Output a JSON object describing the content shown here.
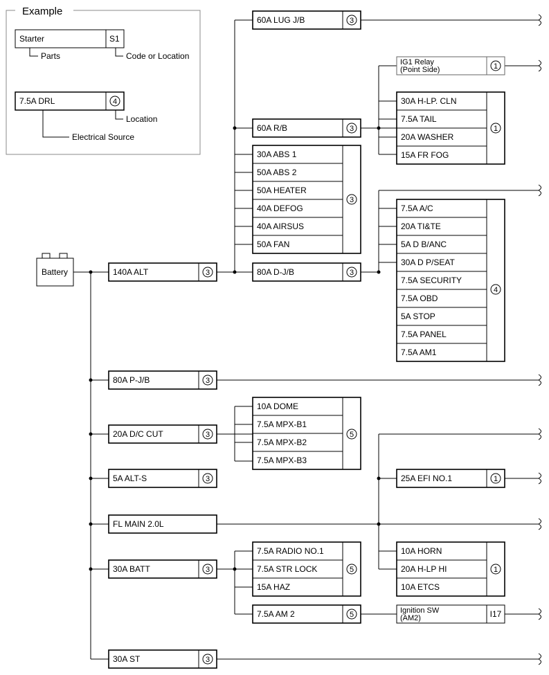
{
  "example": {
    "title": "Example",
    "part_name": "Starter",
    "part_code": "S1",
    "parts_caption": "Parts",
    "code_caption": "Code or Location",
    "source_name": "7.5A DRL",
    "source_location": "4",
    "location_caption": "Location",
    "source_caption": "Electrical Source"
  },
  "battery": "Battery",
  "fuses": {
    "alt140": "140A ALT",
    "lug": "60A LUG J/B",
    "rb": "60A R/B",
    "abs1": "30A ABS 1",
    "abs2": "50A ABS 2",
    "heater": "50A HEATER",
    "defog": "40A DEFOG",
    "airsus": "40A AIRSUS",
    "fan": "50A FAN",
    "djb": "80A D-J/B",
    "ig1_line1": "IG1 Relay",
    "ig1_line2": "(Point Side)",
    "hlpcln": "30A H-LP. CLN",
    "tail": "7.5A TAIL",
    "washer": "20A WASHER",
    "frfog": "15A FR FOG",
    "ac": "7.5A A/C",
    "tite": "20A TI&TE",
    "dbanc": "5A D B/ANC",
    "dpseat": "30A D P/SEAT",
    "security": "7.5A SECURITY",
    "obd": "7.5A OBD",
    "stop": "5A STOP",
    "panel": "7.5A PANEL",
    "am1": "7.5A AM1",
    "pjb": "80A P-J/B",
    "dccut": "20A D/C CUT",
    "dome": "10A DOME",
    "mpxb1": "7.5A MPX-B1",
    "mpxb2": "7.5A MPX-B2",
    "mpxb3": "7.5A MPX-B3",
    "alts": "5A ALT-S",
    "efi": "25A EFI NO.1",
    "flmain": "FL MAIN 2.0L",
    "batt": "30A BATT",
    "radio": "7.5A RADIO NO.1",
    "strlock": "7.5A STR LOCK",
    "haz": "15A HAZ",
    "horn": "10A HORN",
    "hlphi": "20A H-LP HI",
    "etcs": "10A ETCS",
    "am2": "7.5A AM 2",
    "ign_line1": "Ignition SW",
    "ign_line2": "(AM2)",
    "st": "30A ST"
  },
  "locations": {
    "alt140": "3",
    "lug": "3",
    "rb": "3",
    "abs_group": "3",
    "djb": "3",
    "ig1": "1",
    "rb_group": "1",
    "djb_group": "4",
    "pjb": "3",
    "dccut": "3",
    "dccut_group": "5",
    "alts": "3",
    "efi": "1",
    "batt": "3",
    "batt_group": "5",
    "horn_group": "1",
    "am2": "5",
    "ign": "I17",
    "st": "3"
  }
}
